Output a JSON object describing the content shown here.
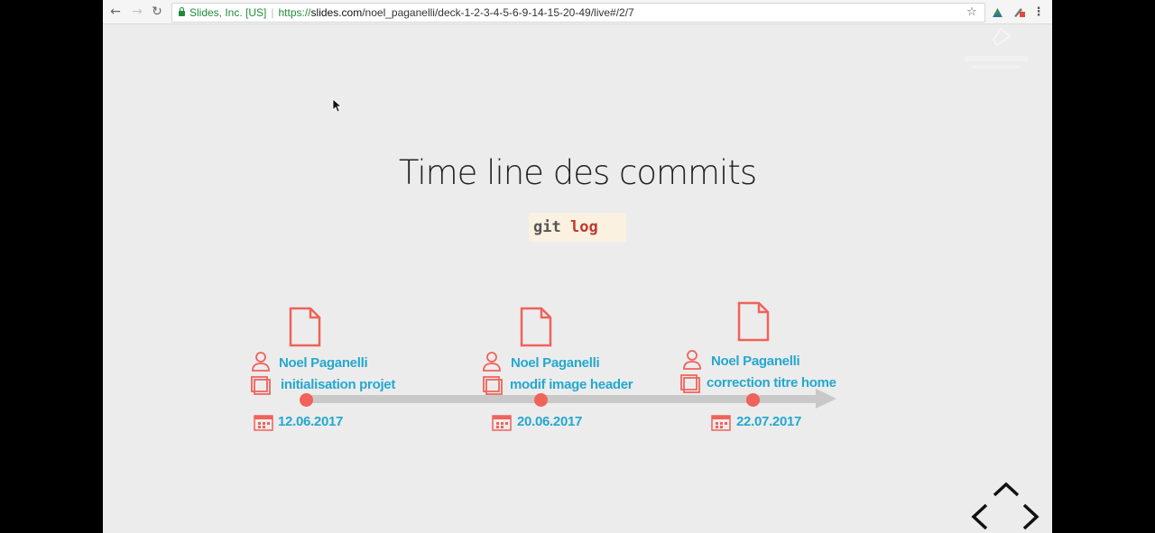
{
  "browser": {
    "security_label": "Slides, Inc. [US]",
    "url_scheme": "https://",
    "url_host": "slides.com",
    "url_path": "/noel_paganelli/deck-1-2-3-4-5-6-9-14-15-20-49/live#/2/7"
  },
  "slide": {
    "title": "Time line des commits",
    "code_command": "git",
    "code_argument": "log",
    "commits": [
      {
        "author": "Noel Paganelli",
        "message": "initialisation projet",
        "date": "12.06.2017"
      },
      {
        "author": "Noel Paganelli",
        "message": "modif image header",
        "date": "20.06.2017"
      },
      {
        "author": "Noel Paganelli",
        "message": "correction titre home",
        "date": "22.07.2017"
      }
    ]
  },
  "colors": {
    "accent_red": "#f0625a",
    "accent_blue": "#24a8cf",
    "timeline_gray": "#c9c9c9"
  }
}
